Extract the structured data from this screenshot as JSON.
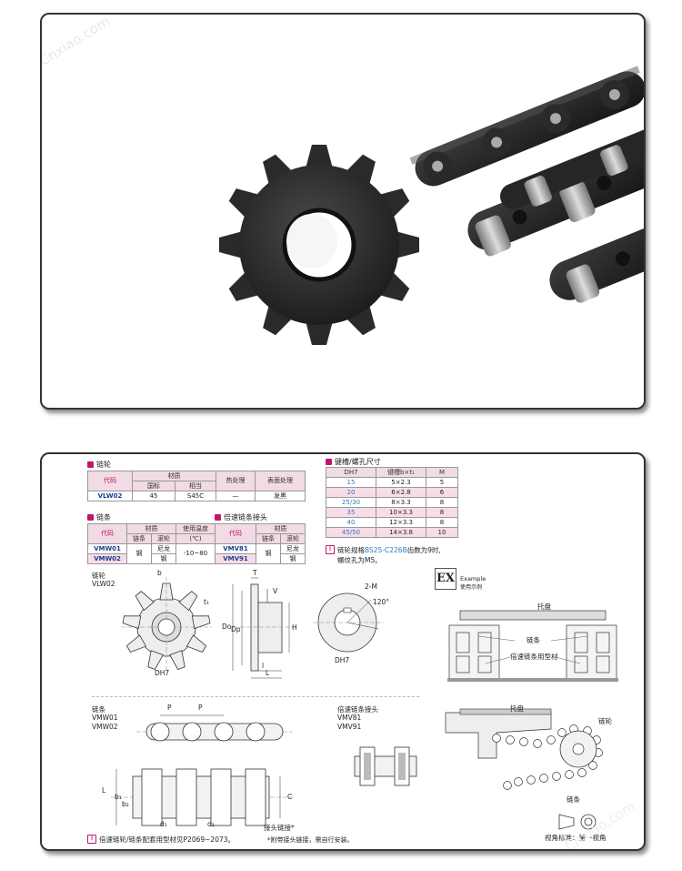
{
  "watermark": "Cnxiao.com",
  "sprocket": {
    "section_title": "链轮",
    "headers": {
      "code": "代码",
      "material": "材质",
      "national": "国标",
      "equivalent": "相当",
      "heat": "热处理",
      "surface": "表面处理"
    },
    "row": {
      "code": "VLW02",
      "national": "45",
      "equivalent": "S45C",
      "heat": "—",
      "surface": "发黑"
    }
  },
  "chain": {
    "section_title": "链条",
    "headers": {
      "code": "代码",
      "material": "材质",
      "chain": "链条",
      "roller": "滚轮",
      "temp": "使用温度",
      "temp_unit": "(℃)"
    },
    "rows": [
      {
        "code": "VMW01",
        "chain": "钢",
        "roller": "尼龙",
        "temp": "-10~80"
      },
      {
        "code": "VMW02",
        "roller": "钢"
      }
    ]
  },
  "joint": {
    "section_title": "倍速链条接头",
    "headers": {
      "code": "代码",
      "material": "材质",
      "chain": "链条",
      "roller": "滚轮"
    },
    "rows": [
      {
        "code": "VMV81",
        "chain": "钢",
        "roller": "尼龙"
      },
      {
        "code": "VMV91",
        "roller": "钢"
      }
    ]
  },
  "keyway": {
    "section_title": "键槽/螺孔尺寸",
    "headers": {
      "d": "DH7",
      "key": "键槽b×t₁",
      "m": "M"
    },
    "rows": [
      {
        "d": "15",
        "key": "5×2.3",
        "m": "5"
      },
      {
        "d": "20",
        "key": "6×2.8",
        "m": "6"
      },
      {
        "d": "25/30",
        "key": "8×3.3",
        "m": "8"
      },
      {
        "d": "35",
        "key": "10×3.3",
        "m": "8"
      },
      {
        "d": "40",
        "key": "12×3.3",
        "m": "8"
      },
      {
        "d": "45/50",
        "key": "14×3.8",
        "m": "10"
      }
    ],
    "note_prefix": "链轮规格",
    "note_code": "BS25-C226B",
    "note_suffix": "齿数为9时,",
    "note_line2": "螺纹孔为M5。"
  },
  "drawings": {
    "sprocket_title": "链轮",
    "sprocket_code": "VLW02",
    "chain_title": "链条",
    "chain_codes": [
      "VMW01",
      "VMW02"
    ],
    "joint_title": "倍速链条接头",
    "joint_codes": [
      "VMV81",
      "VMV91"
    ],
    "dims": {
      "b": "b",
      "t1": "t₁",
      "dh7": "DH7",
      "t": "T",
      "v": "V",
      "do": "Do",
      "dp": "Dp",
      "h": "H",
      "l": "L",
      "l1": "l",
      "two_m": "2-M",
      "angle": "120°",
      "p": "P",
      "d1": "d₁",
      "d2": "d₂",
      "c": "C",
      "b1": "b₁",
      "b2": "b₂",
      "joint_link": "接头链接*"
    }
  },
  "example": {
    "badge": "EX",
    "title_en": "Example",
    "title_cn": "使用示例",
    "labels": {
      "tray": "托盘",
      "chain": "链条",
      "profile": "倍速链条用型材",
      "tray2": "托盘",
      "sprocket": "链轮",
      "chain2": "链条"
    }
  },
  "view": {
    "label": "视角标准：第一视角"
  },
  "footer": {
    "left": "倍速链轮/链条配套用型材见P2069~2073。",
    "right": "*附带接头链接，需自行安装。"
  }
}
